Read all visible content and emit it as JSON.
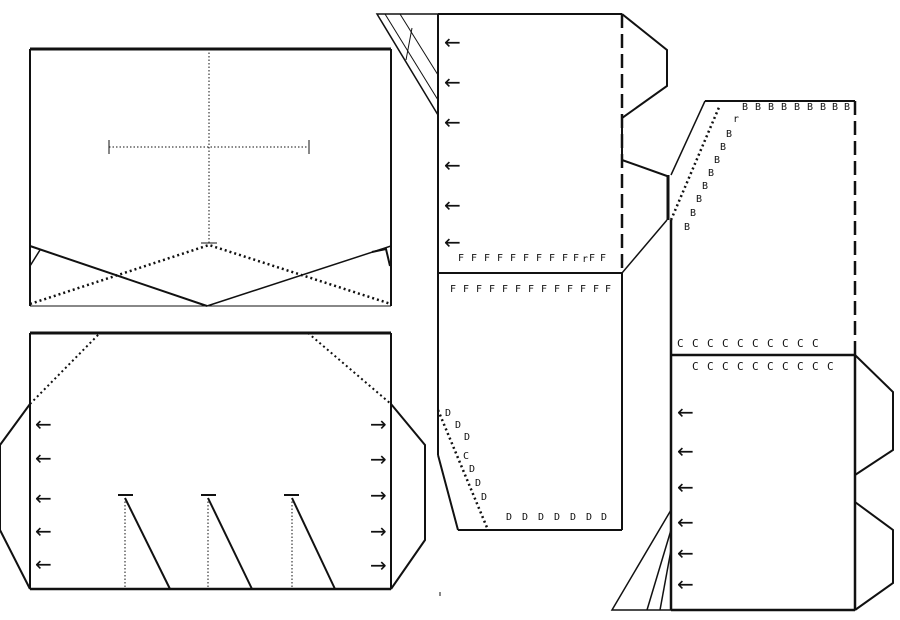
{
  "pieces": {
    "left_top": {},
    "left_bottom": {
      "left_arrows": [
        "←",
        "←",
        "←",
        "←",
        "←"
      ],
      "right_arrows": [
        "→",
        "→",
        "→",
        "→",
        "→"
      ]
    },
    "middle": {
      "arrows": [
        "←",
        "←",
        "←",
        "←",
        "←",
        "←"
      ],
      "f_row_upper": [
        "F",
        "F",
        "F",
        "F",
        "F",
        "F",
        "F",
        "F",
        "F",
        "F",
        "r",
        "F",
        "F"
      ],
      "f_row_lower": [
        "F",
        "F",
        "F",
        "F",
        "F",
        "F",
        "F",
        "F",
        "F",
        "F",
        "F",
        "F",
        "F"
      ],
      "d_row_bottom": [
        "D",
        "D",
        "D",
        "D",
        "D",
        "D",
        "D"
      ],
      "d_diagonal": [
        "D",
        "D",
        "D",
        "C",
        "D",
        "D",
        "D"
      ]
    },
    "right": {
      "b_row_top": [
        "B",
        "B",
        "B",
        "B",
        "B",
        "B",
        "B",
        "B",
        "B"
      ],
      "b_diagonal": [
        "r",
        "B",
        "B",
        "B",
        "B",
        "B",
        "B",
        "B",
        "B"
      ],
      "c_row_upper": [
        "C",
        "C",
        "C",
        "C",
        "C",
        "C",
        "C",
        "C",
        "C",
        "C"
      ],
      "c_row_lower": [
        "C",
        "C",
        "C",
        "C",
        "C",
        "C",
        "C",
        "C",
        "C",
        "C"
      ],
      "arrows": [
        "←",
        "←",
        "←",
        "←",
        "←",
        "←"
      ]
    }
  }
}
